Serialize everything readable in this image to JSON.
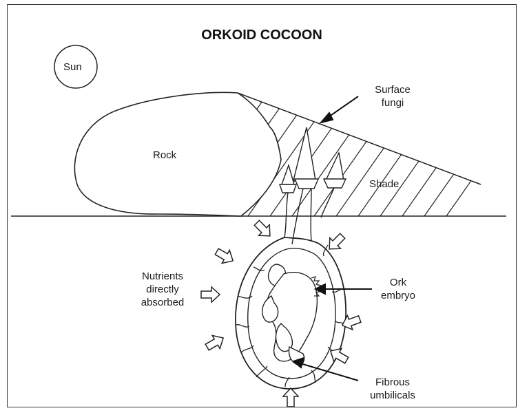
{
  "diagram": {
    "title": "ORKOID COCOON",
    "labels": {
      "sun": "Sun",
      "rock": "Rock",
      "surface_fungi_line1": "Surface",
      "surface_fungi_line2": "fungi",
      "shade": "Shade",
      "nutrients_line1": "Nutrients",
      "nutrients_line2": "directly",
      "nutrients_line3": "absorbed",
      "ork_embryo_line1": "Ork",
      "ork_embryo_line2": "embryo",
      "fibrous_line1": "Fibrous",
      "fibrous_line2": "umbilicals"
    }
  }
}
